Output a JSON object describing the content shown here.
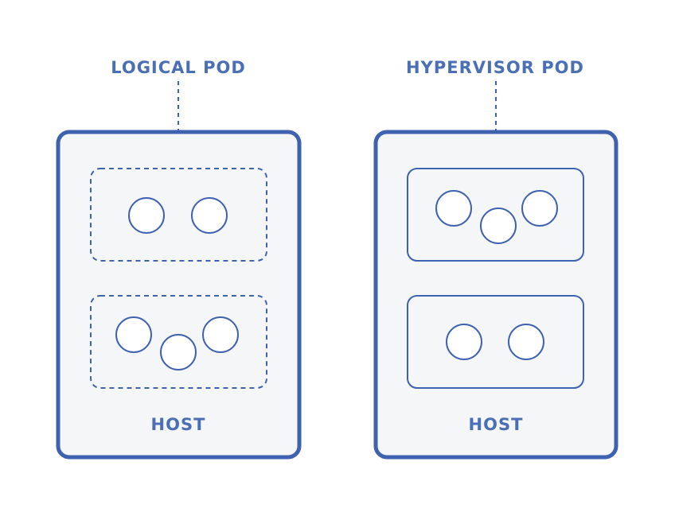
{
  "colors": {
    "stroke": "#3f62b0",
    "label": "#4a6fb5",
    "host_fill": "#f5f6f8",
    "background": "#ffffff"
  },
  "left": {
    "pod_label": "LOGICAL POD",
    "host_label": "HOST",
    "pod_style": "dashed",
    "pods": [
      {
        "containers": 2
      },
      {
        "containers": 3
      }
    ]
  },
  "right": {
    "pod_label": "HYPERVISOR POD",
    "host_label": "HOST",
    "pod_style": "solid",
    "pods": [
      {
        "containers": 3
      },
      {
        "containers": 2
      }
    ]
  }
}
